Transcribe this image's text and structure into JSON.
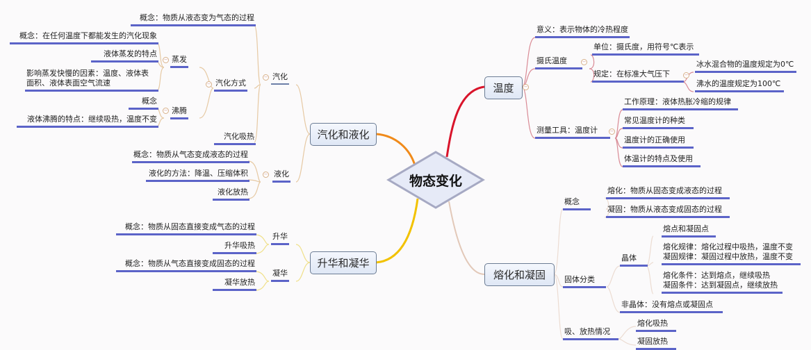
{
  "root": {
    "label": "物态变化"
  },
  "branches": {
    "vaporization": {
      "label": "汽化和液化",
      "qihua": {
        "label": "汽化",
        "concept": "概念：物质从液态变为气态的过程",
        "ways": {
          "label": "汽化方式",
          "evaporation": {
            "label": "蒸发",
            "concept": "概念：在任何温度下都能发生的汽化现象",
            "features": "液体蒸发的特点",
            "factors_line1": "影响蒸发快慢的因素：温度、液体表",
            "factors_line2": "面积、液体表面空气流速"
          },
          "boiling": {
            "label": "沸腾",
            "concept": "概念",
            "features": "液体沸腾的特点：继续吸热，温度不变"
          }
        },
        "absorb": "汽化吸热"
      },
      "yehua": {
        "label": "液化",
        "concept": "概念：物质从气态变成液态的过程",
        "methods": "液化的方法：降温、压缩体积",
        "release": "液化放热"
      }
    },
    "sublimation": {
      "label": "升华和凝华",
      "shenghua": {
        "label": "升华",
        "concept": "概念：物质从固态直接变成气态的过程",
        "absorb": "升华吸热"
      },
      "ninghua": {
        "label": "凝华",
        "concept": "概念：物质从气态直接变成固态的过程",
        "release": "凝华放热"
      }
    },
    "temperature": {
      "label": "温度",
      "meaning": "意义：表示物体的冷热程度",
      "celsius": {
        "label": "摄氏温度",
        "unit": "单位：摄氏度，用符号℃表示",
        "rule": {
          "label": "规定：在标准大气压下",
          "ice": "冰水混合物的温度规定为0℃",
          "boil": "沸水的温度规定为100℃"
        }
      },
      "tool": {
        "label": "测量工具：温度计",
        "principle": "工作原理：液体热胀冷缩的规律",
        "types": "常见温度计的种类",
        "usage": "温度计的正确使用",
        "clinical": "体温计的特点及使用"
      }
    },
    "melting": {
      "label": "熔化和凝固",
      "concept": {
        "label": "概念",
        "melt": "熔化：物质从固态变成液态的过程",
        "solidify": "凝固：物质从液态变成固态的过程"
      },
      "solids": {
        "label": "固体分类",
        "crystal": {
          "label": "晶体",
          "points": "熔点和凝固点",
          "law1": "熔化规律：熔化过程中吸热，温度不变",
          "law2": "凝固规律：凝固过程中放热，温度不变",
          "cond1": "熔化条件：达到熔点，继续吸热",
          "cond2": "凝固条件：达到凝固点，继续放热"
        },
        "amorphous": "非晶体：没有熔点或凝固点"
      },
      "heat": {
        "label": "吸、放热情况",
        "melt": "熔化吸热",
        "solidify": "凝固放热"
      }
    }
  },
  "colors": {
    "underline": "#5b63c8",
    "branch_temperature": "#d9142b",
    "branch_vaporization": "#f08a1a",
    "branch_sublimation": "#f2c200",
    "branch_melting": "#d8b9a8",
    "node_border": "#6b7c94"
  }
}
